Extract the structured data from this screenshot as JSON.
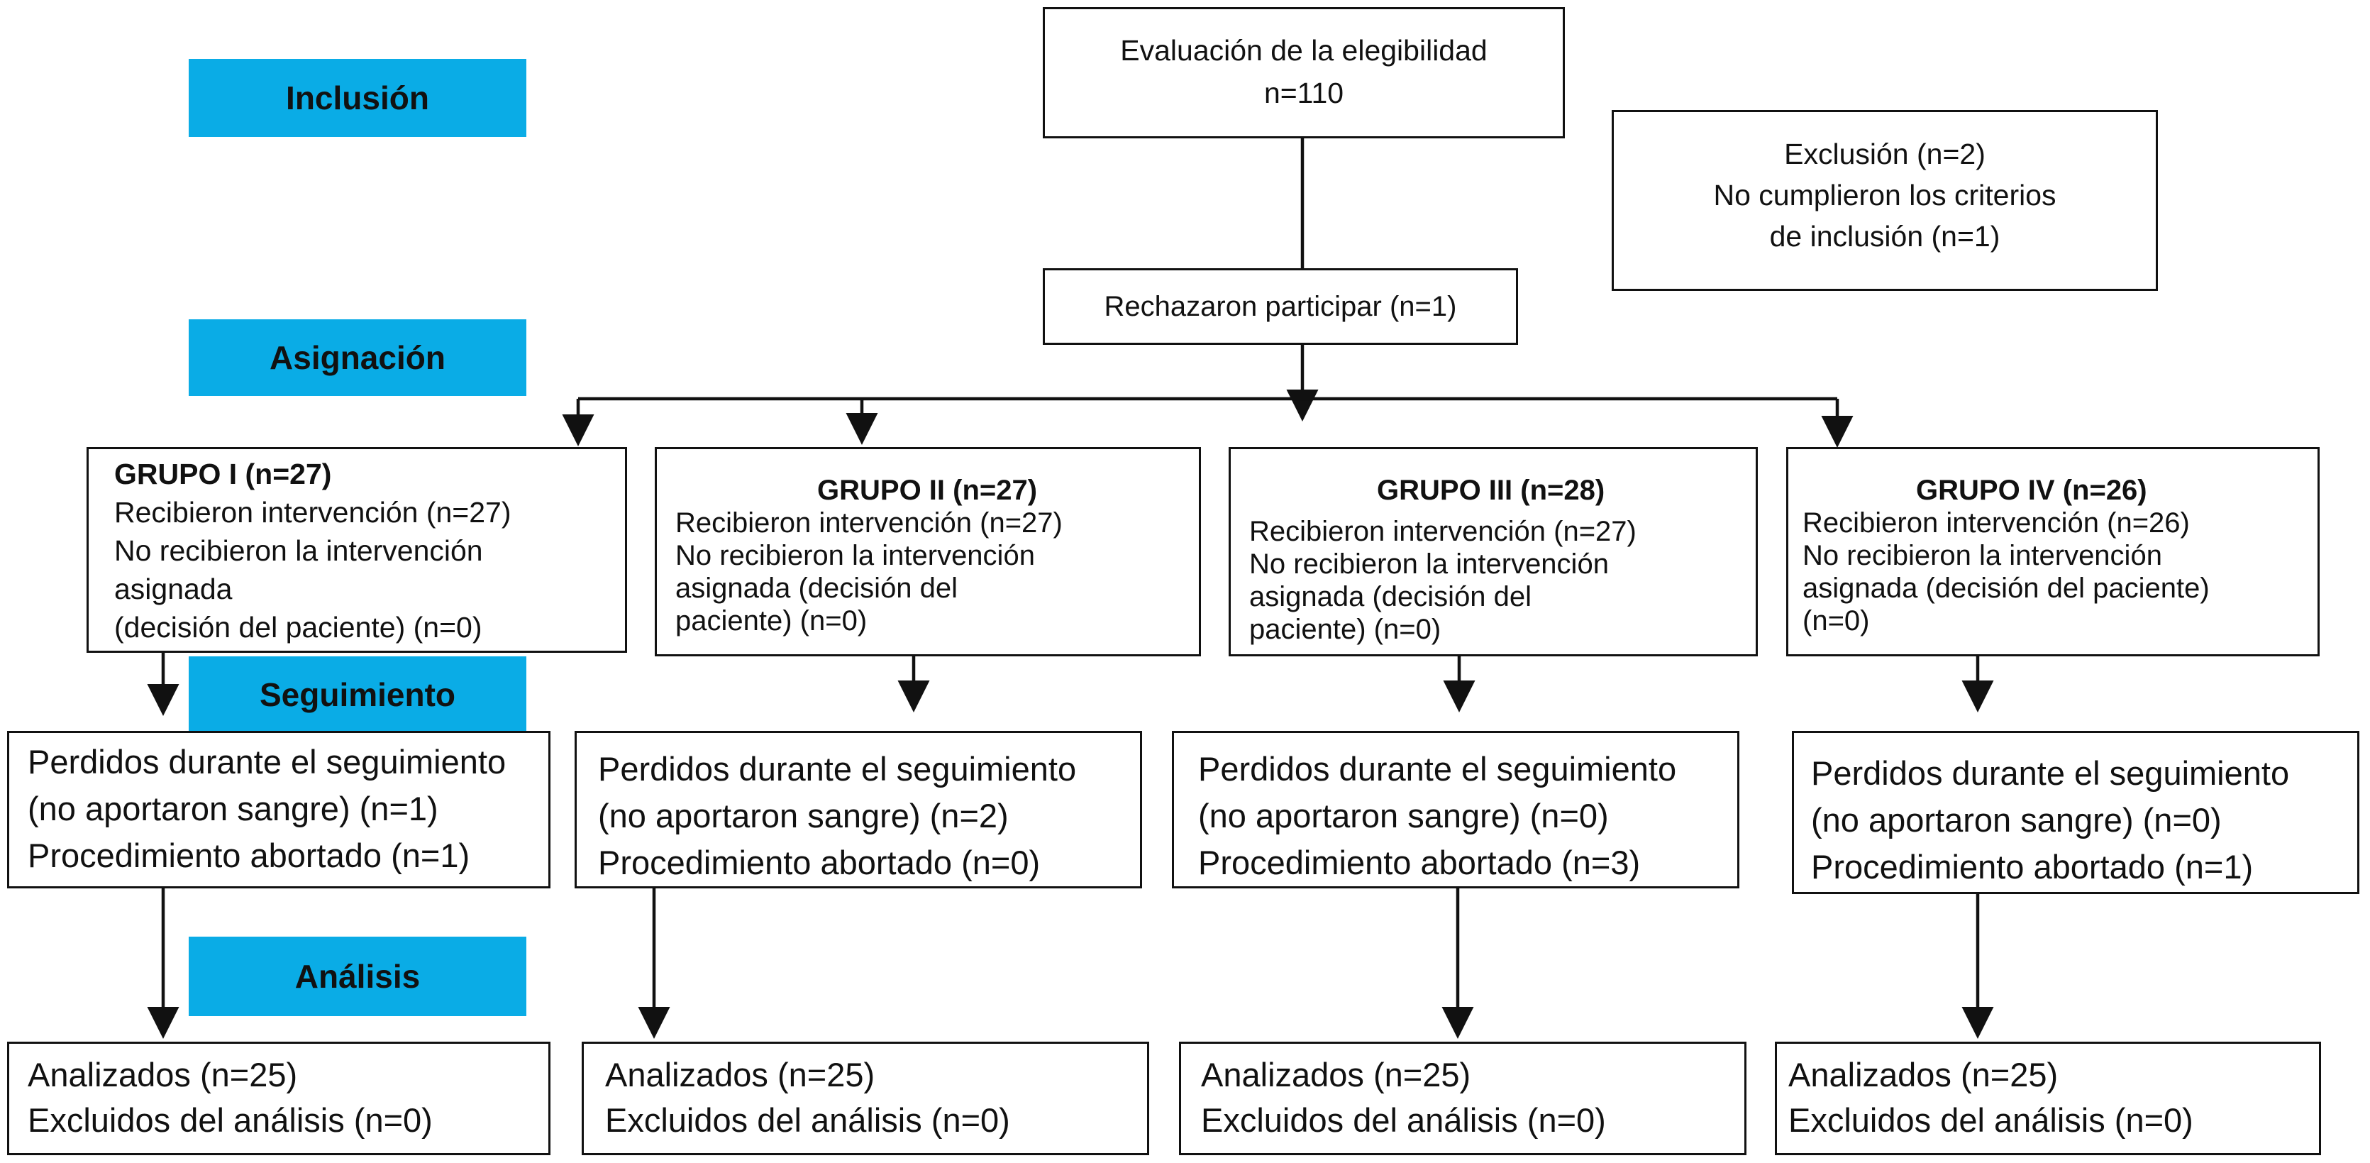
{
  "stages": {
    "inclusion": "Inclusión",
    "allocation": "Asignación",
    "followup": "Seguimiento",
    "analysis": "Análisis"
  },
  "eligibility": {
    "title": "Evaluación de la elegibilidad",
    "count": "n=110"
  },
  "exclusion": {
    "line1": "Exclusión (n=2)",
    "line2": "No cumplieron los criterios",
    "line3": "de inclusión (n=1)"
  },
  "refused": {
    "label": "Rechazaron participar (n=1)"
  },
  "groups": [
    {
      "title": "GRUPO I (n=27)",
      "allocation_lines": [
        "Recibieron intervención (n=27)",
        "No recibieron la intervención",
        "asignada",
        "(decisión del paciente) (n=0)"
      ],
      "followup_lines": [
        "Perdidos durante el seguimiento",
        "(no aportaron sangre) (n=1)",
        "Procedimiento abortado (n=1)"
      ],
      "analysis_lines": [
        "Analizados (n=25)",
        "Excluidos del análisis (n=0)"
      ]
    },
    {
      "title": "GRUPO II (n=27)",
      "allocation_lines": [
        "Recibieron intervención (n=27)",
        "No recibieron la intervención",
        "asignada (decisión del",
        "paciente) (n=0)"
      ],
      "followup_lines": [
        "Perdidos durante el seguimiento",
        "(no aportaron sangre) (n=2)",
        "Procedimiento abortado (n=0)"
      ],
      "analysis_lines": [
        "Analizados (n=25)",
        "Excluidos del análisis (n=0)"
      ]
    },
    {
      "title": "GRUPO III (n=28)",
      "allocation_lines": [
        "Recibieron intervención (n=27)",
        "No recibieron la intervención",
        "asignada (decisión del",
        "paciente) (n=0)"
      ],
      "followup_lines": [
        "Perdidos durante el seguimiento",
        "(no aportaron sangre) (n=0)",
        "Procedimiento abortado (n=3)"
      ],
      "analysis_lines": [
        "Analizados (n=25)",
        "Excluidos del análisis (n=0)"
      ]
    },
    {
      "title": "GRUPO IV (n=26)",
      "allocation_lines": [
        "Recibieron intervención (n=26)",
        "No recibieron la intervención",
        "asignada (decisión del paciente)",
        "(n=0)"
      ],
      "followup_lines": [
        "Perdidos durante el seguimiento",
        "(no aportaron sangre) (n=0)",
        "Procedimiento abortado (n=1)"
      ],
      "analysis_lines": [
        "Analizados (n=25)",
        "Excluidos del análisis (n=0)"
      ]
    }
  ],
  "colors": {
    "stage_fill": "#0aace6",
    "stroke": "#111111"
  }
}
